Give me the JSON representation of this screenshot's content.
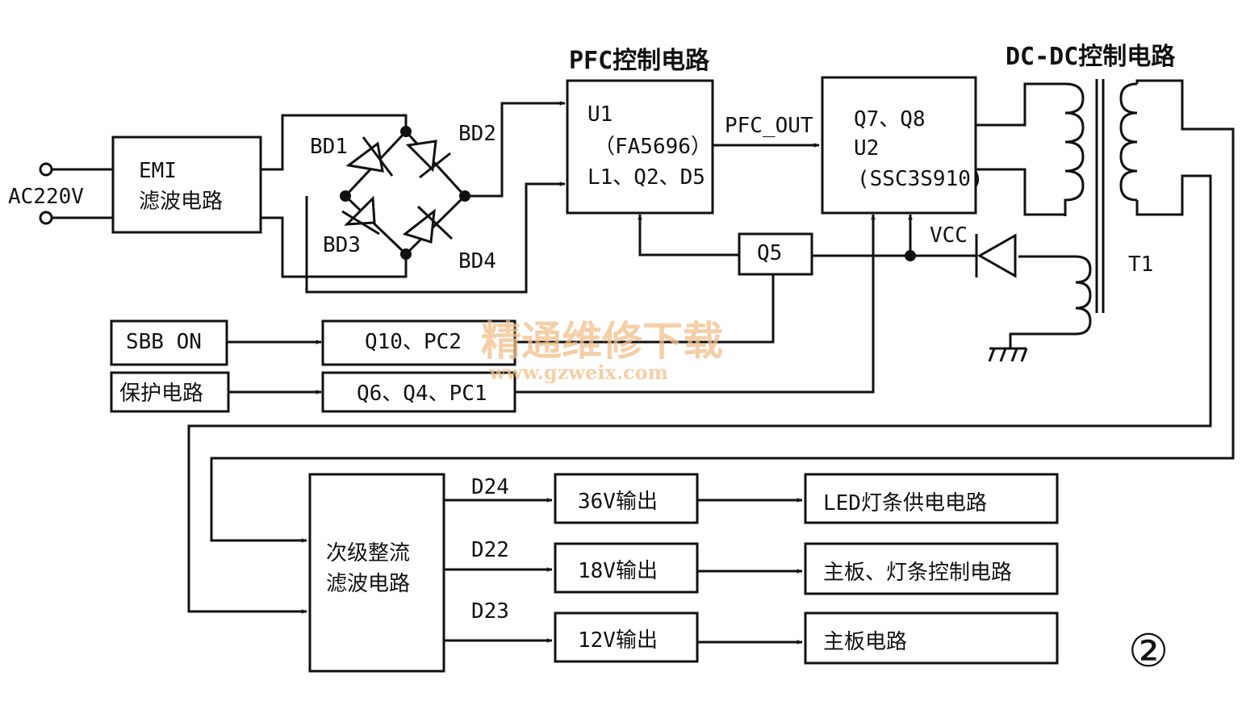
{
  "titles": {
    "pfc": "PFC控制电路",
    "dcdc": "DC-DC控制电路"
  },
  "input": {
    "ac": "AC220V"
  },
  "emi": {
    "line1": "EMI",
    "line2": "滤波电路"
  },
  "bridge": {
    "bd1": "BD1",
    "bd2": "BD2",
    "bd3": "BD3",
    "bd4": "BD4"
  },
  "pfc_box": {
    "line1": "U1",
    "line2": "（FA5696）",
    "line3": "L1、Q2、D5"
  },
  "pfc_out": "PFC_OUT",
  "dcdc_box": {
    "line1": "Q7、Q8",
    "line2": "U2",
    "line3": "(SSC3S910)"
  },
  "vcc": "VCC",
  "q5": "Q5",
  "transformer": "T1",
  "sbb_on": "SBB ON",
  "q10pc2": "Q10、PC2",
  "protect": "保护电路",
  "q6q4pc1": "Q6、Q4、PC1",
  "secondary": {
    "line1": "次级整流",
    "line2": "滤波电路"
  },
  "diodes": {
    "d24": "D24",
    "d22": "D22",
    "d23": "D23"
  },
  "outputs": [
    "36V输出",
    "18V输出",
    "12V输出"
  ],
  "loads": [
    "LED灯条供电电路",
    "主板、灯条控制电路",
    "主板电路"
  ],
  "figure_number": "②",
  "watermark": {
    "text": "精通维修下载",
    "url": "www.gzweix.com"
  }
}
